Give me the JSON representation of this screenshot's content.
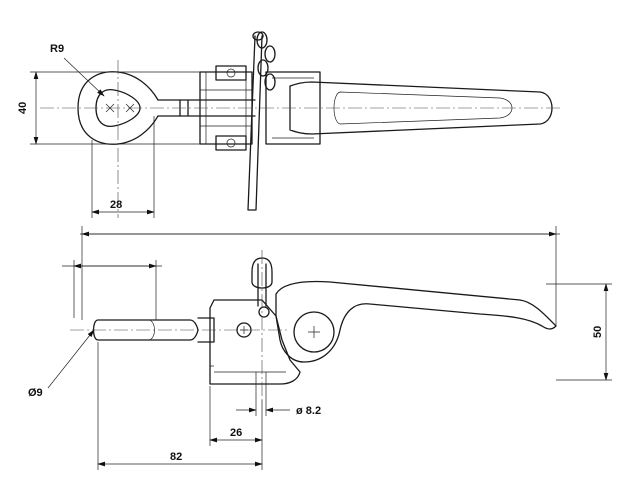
{
  "labels": {
    "r9": "R9",
    "d40": "40",
    "d28": "28",
    "phi9": "Ø9",
    "phi8_2": "ø 8.2",
    "d26": "26",
    "d82": "82",
    "d50": "50"
  }
}
